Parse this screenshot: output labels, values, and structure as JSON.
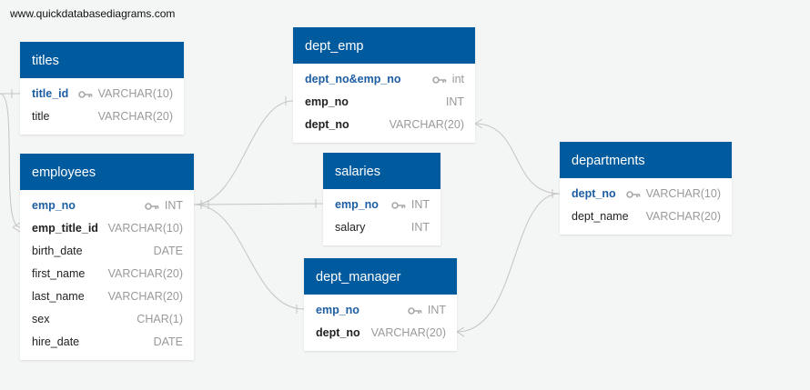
{
  "site_label": "www.quickdatabasediagrams.com",
  "colors": {
    "header": "#005a9e",
    "primary_key_text": "#1d5ea3",
    "type_text": "#9a9a9a",
    "edge": "#c4c4c4",
    "canvas": "#f4f5f5"
  },
  "tables": [
    {
      "id": "titles",
      "title": "titles",
      "fields": [
        {
          "name": "title_id",
          "type": "VARCHAR(10)",
          "role": "pk",
          "key_icon": true
        },
        {
          "name": "title",
          "type": "VARCHAR(20)",
          "role": "plain",
          "key_icon": false
        }
      ]
    },
    {
      "id": "employees",
      "title": "employees",
      "fields": [
        {
          "name": "emp_no",
          "type": "INT",
          "role": "pk",
          "key_icon": true
        },
        {
          "name": "emp_title_id",
          "type": "VARCHAR(10)",
          "role": "fk",
          "key_icon": false
        },
        {
          "name": "birth_date",
          "type": "DATE",
          "role": "plain",
          "key_icon": false
        },
        {
          "name": "first_name",
          "type": "VARCHAR(20)",
          "role": "plain",
          "key_icon": false
        },
        {
          "name": "last_name",
          "type": "VARCHAR(20)",
          "role": "plain",
          "key_icon": false
        },
        {
          "name": "sex",
          "type": "CHAR(1)",
          "role": "plain",
          "key_icon": false
        },
        {
          "name": "hire_date",
          "type": "DATE",
          "role": "plain",
          "key_icon": false
        }
      ]
    },
    {
      "id": "dept_emp",
      "title": "dept_emp",
      "fields": [
        {
          "name": "dept_no&emp_no",
          "type": "int",
          "role": "pk",
          "key_icon": true
        },
        {
          "name": "emp_no",
          "type": "INT",
          "role": "fk",
          "key_icon": false
        },
        {
          "name": "dept_no",
          "type": "VARCHAR(20)",
          "role": "fk",
          "key_icon": false
        }
      ]
    },
    {
      "id": "salaries",
      "title": "salaries",
      "fields": [
        {
          "name": "emp_no",
          "type": "INT",
          "role": "pk",
          "key_icon": true
        },
        {
          "name": "salary",
          "type": "INT",
          "role": "plain",
          "key_icon": false
        }
      ]
    },
    {
      "id": "dept_manager",
      "title": "dept_manager",
      "fields": [
        {
          "name": "emp_no",
          "type": "INT",
          "role": "pk",
          "key_icon": true
        },
        {
          "name": "dept_no",
          "type": "VARCHAR(20)",
          "role": "fk",
          "key_icon": false
        }
      ]
    },
    {
      "id": "departments",
      "title": "departments",
      "fields": [
        {
          "name": "dept_no",
          "type": "VARCHAR(10)",
          "role": "pk",
          "key_icon": true
        },
        {
          "name": "dept_name",
          "type": "VARCHAR(20)",
          "role": "plain",
          "key_icon": false
        }
      ]
    }
  ],
  "relationships": [
    {
      "from": "employees.emp_title_id",
      "to": "titles.title_id",
      "from_end": "many",
      "to_end": "one"
    },
    {
      "from": "dept_emp.emp_no",
      "to": "employees.emp_no",
      "from_end": "one",
      "to_end": "one"
    },
    {
      "from": "salaries.emp_no",
      "to": "employees.emp_no",
      "from_end": "one",
      "to_end": "one"
    },
    {
      "from": "dept_manager.emp_no",
      "to": "employees.emp_no",
      "from_end": "one",
      "to_end": "one"
    },
    {
      "from": "dept_emp.dept_no",
      "to": "departments.dept_no",
      "from_end": "many",
      "to_end": "one"
    },
    {
      "from": "dept_manager.dept_no",
      "to": "departments.dept_no",
      "from_end": "many",
      "to_end": "one"
    }
  ]
}
